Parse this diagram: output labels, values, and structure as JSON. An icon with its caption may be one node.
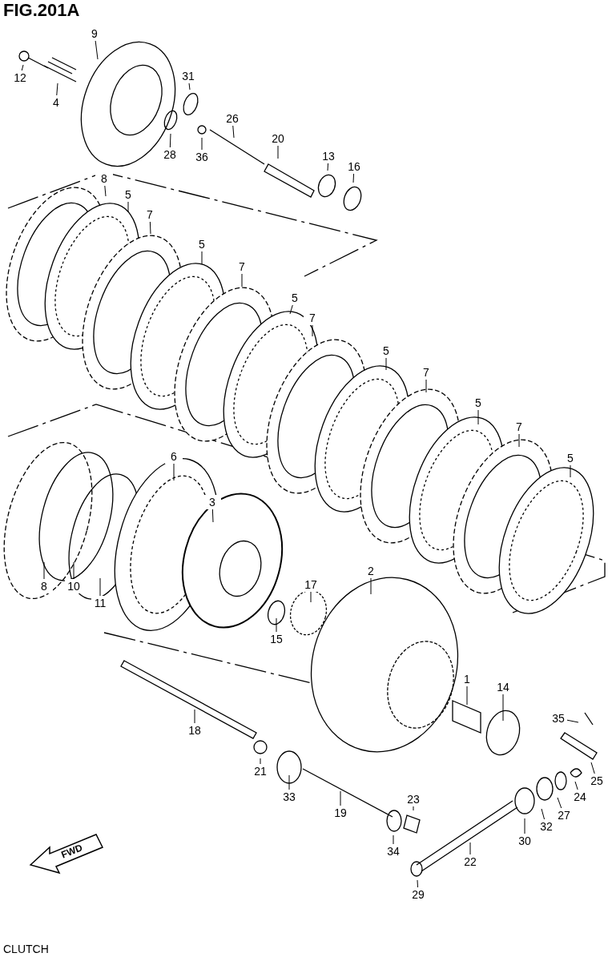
{
  "diagram": {
    "title": "FIG.201A",
    "nodes": [
      {
        "text": [
          "12"
        ]
      },
      {
        "text": [
          "4"
        ]
      },
      {
        "text": [
          "9"
        ]
      },
      {
        "text": [
          "31"
        ]
      },
      {
        "text": [
          "28"
        ]
      },
      {
        "text": [
          "36"
        ]
      },
      {
        "text": [
          "26"
        ]
      },
      {
        "text": [
          "20"
        ]
      },
      {
        "text": [
          "13"
        ]
      },
      {
        "text": [
          "16"
        ]
      },
      {
        "text": [
          "8"
        ]
      },
      {
        "text": [
          "5"
        ]
      },
      {
        "text": [
          "7"
        ]
      },
      {
        "text": [
          "5"
        ]
      },
      {
        "text": [
          "7"
        ]
      },
      {
        "text": [
          "5"
        ]
      },
      {
        "text": [
          "7"
        ]
      },
      {
        "text": [
          "5"
        ]
      },
      {
        "text": [
          "7"
        ]
      },
      {
        "text": [
          "5"
        ]
      },
      {
        "text": [
          "7"
        ]
      },
      {
        "text": [
          "5"
        ]
      },
      {
        "text": [
          "6"
        ]
      },
      {
        "text": [
          "3"
        ]
      },
      {
        "text": [
          "8"
        ]
      },
      {
        "text": [
          "10"
        ]
      },
      {
        "text": [
          "11"
        ]
      },
      {
        "text": [
          "17"
        ]
      },
      {
        "text": [
          "15"
        ]
      },
      {
        "text": [
          "2"
        ]
      },
      {
        "text": [
          "1"
        ]
      },
      {
        "text": [
          "14"
        ]
      },
      {
        "text": [
          "18"
        ]
      },
      {
        "text": [
          "21"
        ]
      },
      {
        "text": [
          "33"
        ]
      },
      {
        "text": [
          "35"
        ]
      },
      {
        "text": [
          "25"
        ]
      },
      {
        "text": [
          "24"
        ]
      },
      {
        "text": [
          "27"
        ]
      },
      {
        "text": [
          "32"
        ]
      },
      {
        "text": [
          "30"
        ]
      },
      {
        "text": [
          "19"
        ]
      },
      {
        "text": [
          "23"
        ]
      },
      {
        "text": [
          "34"
        ]
      },
      {
        "text": [
          "22"
        ]
      },
      {
        "text": [
          "29"
        ]
      }
    ],
    "edges": [
      {
        "from": 0,
        "to": null,
        "arrow": "none"
      },
      {
        "from": 1,
        "to": null,
        "arrow": "none"
      },
      {
        "from": 2,
        "to": null,
        "arrow": "none"
      },
      {
        "from": 3,
        "to": null,
        "arrow": "none"
      },
      {
        "from": 4,
        "to": null,
        "arrow": "none"
      },
      {
        "from": 5,
        "to": null,
        "arrow": "none"
      },
      {
        "from": 6,
        "to": null,
        "arrow": "none"
      },
      {
        "from": 7,
        "to": null,
        "arrow": "none"
      },
      {
        "from": 8,
        "to": null,
        "arrow": "none"
      },
      {
        "from": 9,
        "to": null,
        "arrow": "none"
      },
      {
        "from": 10,
        "to": null,
        "arrow": "none"
      },
      {
        "from": 11,
        "to": null,
        "arrow": "none"
      },
      {
        "from": 12,
        "to": null,
        "arrow": "none"
      },
      {
        "from": 13,
        "to": null,
        "arrow": "none"
      },
      {
        "from": 14,
        "to": null,
        "arrow": "none"
      },
      {
        "from": 15,
        "to": null,
        "arrow": "none"
      },
      {
        "from": 16,
        "to": null,
        "arrow": "none"
      },
      {
        "from": 17,
        "to": null,
        "arrow": "none"
      },
      {
        "from": 18,
        "to": null,
        "arrow": "none"
      },
      {
        "from": 19,
        "to": null,
        "arrow": "none"
      },
      {
        "from": 20,
        "to": null,
        "arrow": "none"
      },
      {
        "from": 21,
        "to": null,
        "arrow": "none"
      },
      {
        "from": 22,
        "to": null,
        "arrow": "none"
      },
      {
        "from": 23,
        "to": null,
        "arrow": "none"
      },
      {
        "from": 24,
        "to": null,
        "arrow": "none"
      },
      {
        "from": 25,
        "to": null,
        "arrow": "none"
      },
      {
        "from": 26,
        "to": null,
        "arrow": "none"
      },
      {
        "from": 27,
        "to": null,
        "arrow": "none"
      },
      {
        "from": 28,
        "to": null,
        "arrow": "none"
      },
      {
        "from": 29,
        "to": null,
        "arrow": "none"
      },
      {
        "from": 30,
        "to": null,
        "arrow": "none"
      },
      {
        "from": 31,
        "to": null,
        "arrow": "none"
      },
      {
        "from": 32,
        "to": null,
        "arrow": "none"
      },
      {
        "from": 33,
        "to": null,
        "arrow": "none"
      },
      {
        "from": 34,
        "to": null,
        "arrow": "none"
      },
      {
        "from": 35,
        "to": null,
        "arrow": "none"
      },
      {
        "from": 36,
        "to": null,
        "arrow": "none"
      },
      {
        "from": 37,
        "to": null,
        "arrow": "none"
      },
      {
        "from": 38,
        "to": null,
        "arrow": "none"
      },
      {
        "from": 39,
        "to": null,
        "arrow": "none"
      },
      {
        "from": 40,
        "to": null,
        "arrow": "none"
      },
      {
        "from": 41,
        "to": null,
        "arrow": "none"
      },
      {
        "from": 42,
        "to": null,
        "arrow": "none"
      },
      {
        "from": 43,
        "to": null,
        "arrow": "none"
      },
      {
        "from": 44,
        "to": null,
        "arrow": "none"
      },
      {
        "from": 45,
        "to": null,
        "arrow": "none"
      }
    ],
    "labels": [
      "FWD",
      "CLUTCH"
    ]
  }
}
